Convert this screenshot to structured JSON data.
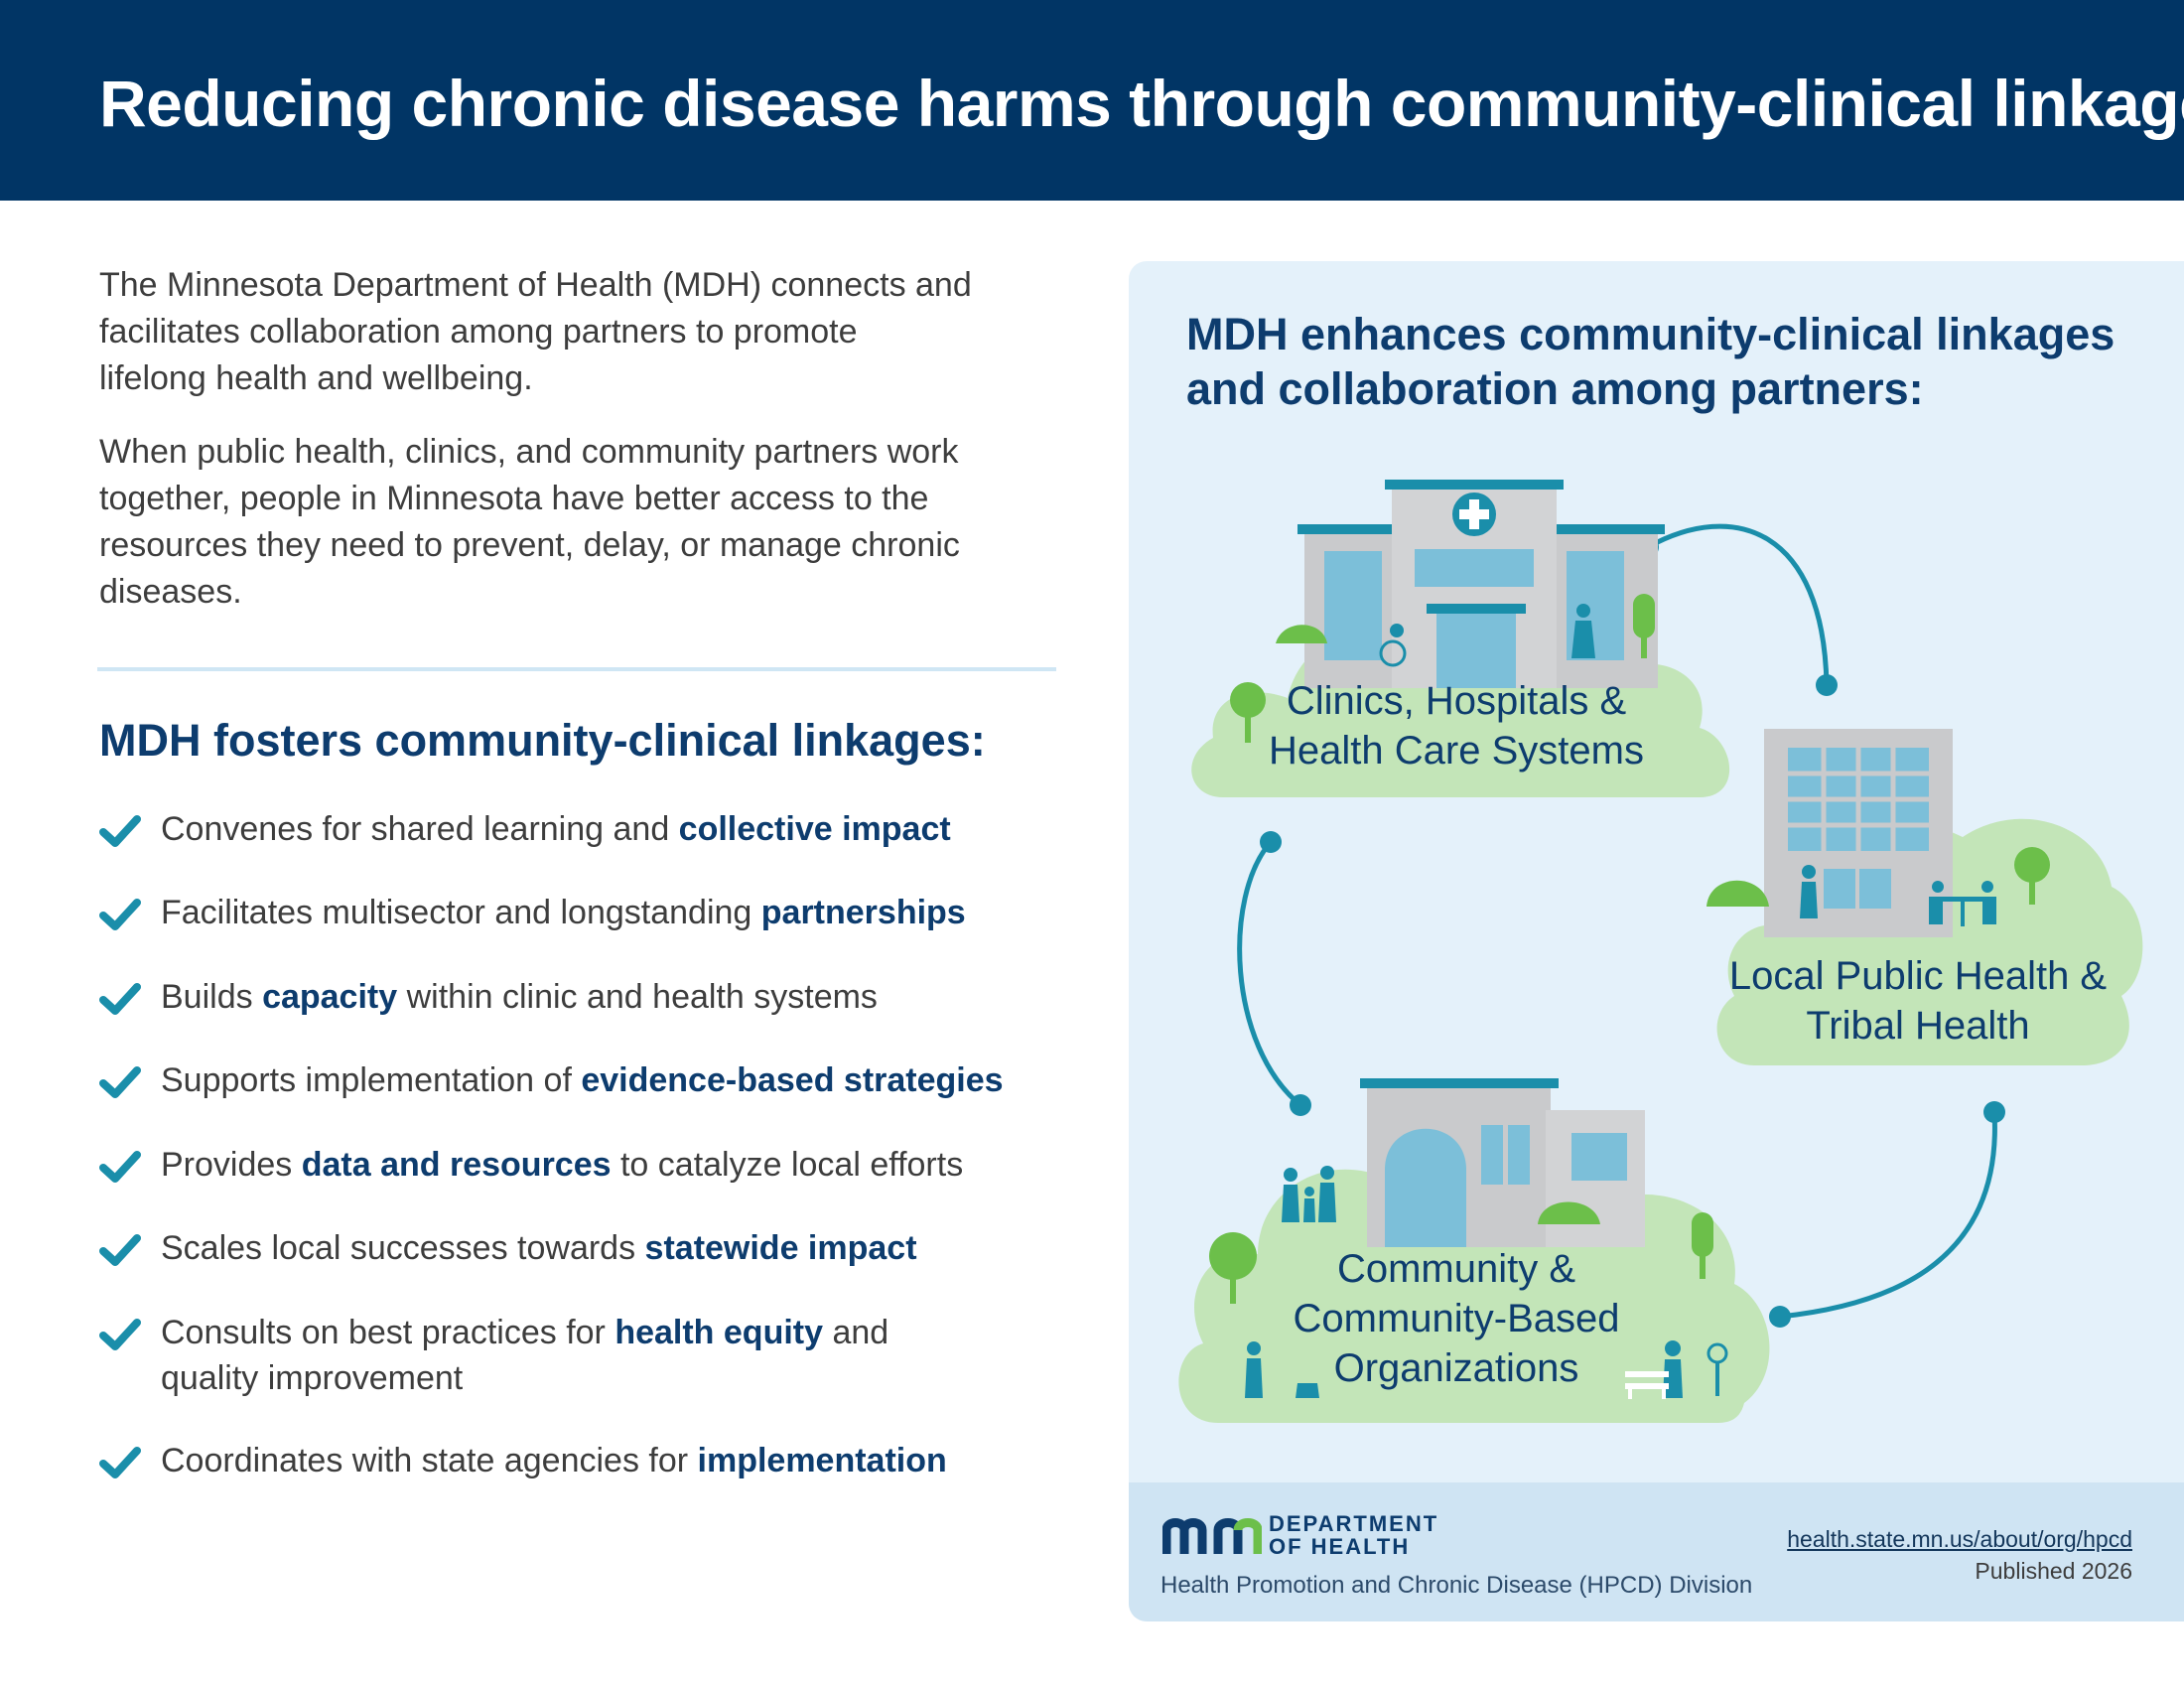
{
  "header": {
    "title": "Reducing chronic disease harms through community-clinical linkages"
  },
  "intro": {
    "paragraph1": "The Minnesota Department of Health (MDH) connects and facilitates collaboration among partners to promote lifelong health and wellbeing.",
    "paragraph2": "When public health, clinics, and community partners work together, people in Minnesota have better access to the resources they need to prevent, delay, or manage chronic diseases."
  },
  "fosters": {
    "title": "MDH fosters community-clinical linkages:",
    "items": [
      {
        "pre": "Convenes for shared learning and ",
        "bold": "collective impact",
        "post": ""
      },
      {
        "pre": "Facilitates multisector and longstanding ",
        "bold": "partnerships",
        "post": ""
      },
      {
        "pre": "Builds ",
        "bold": "capacity",
        "post": " within clinic and health systems"
      },
      {
        "pre": "Supports implementation of ",
        "bold": "evidence-based strategies",
        "post": ""
      },
      {
        "pre": "Provides ",
        "bold": "data and resources",
        "post": " to catalyze local efforts"
      },
      {
        "pre": "Scales local successes towards ",
        "bold": "statewide impact",
        "post": ""
      },
      {
        "pre": "Consults on best practices for ",
        "bold": "health equity",
        "post": " and quality improvement"
      },
      {
        "pre": "Coordinates with state agencies for ",
        "bold": "implementation",
        "post": ""
      }
    ]
  },
  "panel": {
    "title": "MDH enhances community-clinical linkages and collaboration among partners:",
    "nodes": {
      "clinics": {
        "line1": "Clinics, Hospitals &",
        "line2": "Health Care Systems"
      },
      "local": {
        "line1": "Local Public Health &",
        "line2": "Tribal Health"
      },
      "community": {
        "line1": "Community &",
        "line2": "Community-Based",
        "line3": "Organizations"
      }
    }
  },
  "footer": {
    "dept_line1": "DEPARTMENT",
    "dept_line2": "OF HEALTH",
    "division": "Health Promotion and Chronic Disease (HPCD) Division",
    "url": "health.state.mn.us/about/org/hpcd",
    "published": "Published 2026"
  },
  "colors": {
    "banner": "#013565",
    "navy_text": "#0d3c6e",
    "teal": "#1a8eaa",
    "panel_bg": "#e4f1fa",
    "cloud_green": "#c3e5b8",
    "icon_green": "#6cbf4a",
    "building_gray": "#c9cacc",
    "window_blue": "#7cbfd9"
  }
}
